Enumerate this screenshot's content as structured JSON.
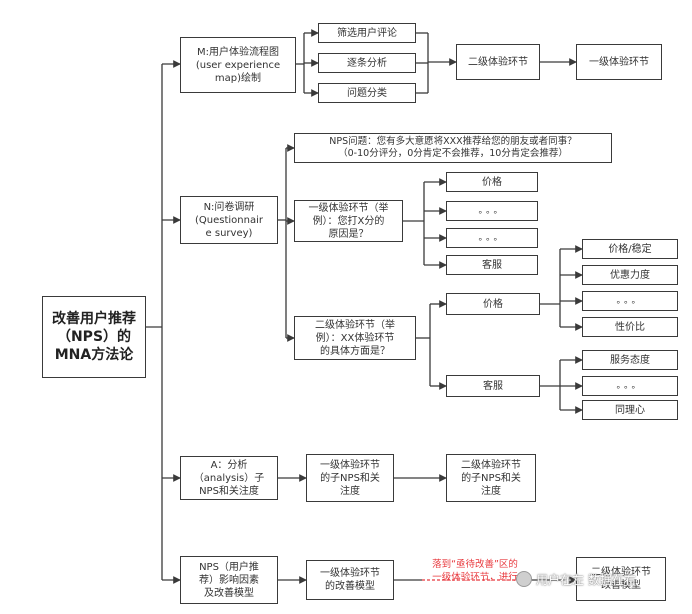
{
  "root": "改善用户推荐\n（NPS）的\nMNA方法论",
  "m": {
    "label": "M:用户体验流程图\n(user experience\nmap)绘制",
    "steps": [
      "筛选用户评论",
      "逐条分析",
      "问题分类"
    ],
    "level2": "二级体验环节",
    "level1": "一级体验环节"
  },
  "n": {
    "label": "N:问卷调研\n(Questionnair\ne survey)",
    "nps_question": "NPS问题：您有多大意愿将XXX推荐给您的朋友或者同事？\n（0-10分评分，0分肯定不会推荐，10分肯定会推荐）",
    "q1": "一级体验环节（举\n例）：您打X分的\n原因是？",
    "q1_options": [
      "价格",
      "。。。",
      "。。。",
      "客服"
    ],
    "q2": "二级体验环节（举\n例）：XX体验环节\n的具体方面是？",
    "price": "价格",
    "price_options": [
      "价格/稳定",
      "优惠力度",
      "。。。",
      "性价比"
    ],
    "service": "客服",
    "service_options": [
      "服务态度",
      "。。。",
      "同理心"
    ]
  },
  "a": {
    "label": "A：分析\n（analysis）子\nNPS和关注度",
    "level1": "一级体验环节\n的子NPS和关\n注度",
    "level2": "二级体验环节\n的子NPS和关\n注度"
  },
  "nps": {
    "label": "NPS（用户推\n荐）影响因素\n及改善模型",
    "level1": "一级体验环节\n的改善模型",
    "red_note": "落到“亟待改善”区的\n一级体验环节，进行",
    "level2": "二级体验环节\n改善模型"
  },
  "watermark": "用户在左 数据在右"
}
